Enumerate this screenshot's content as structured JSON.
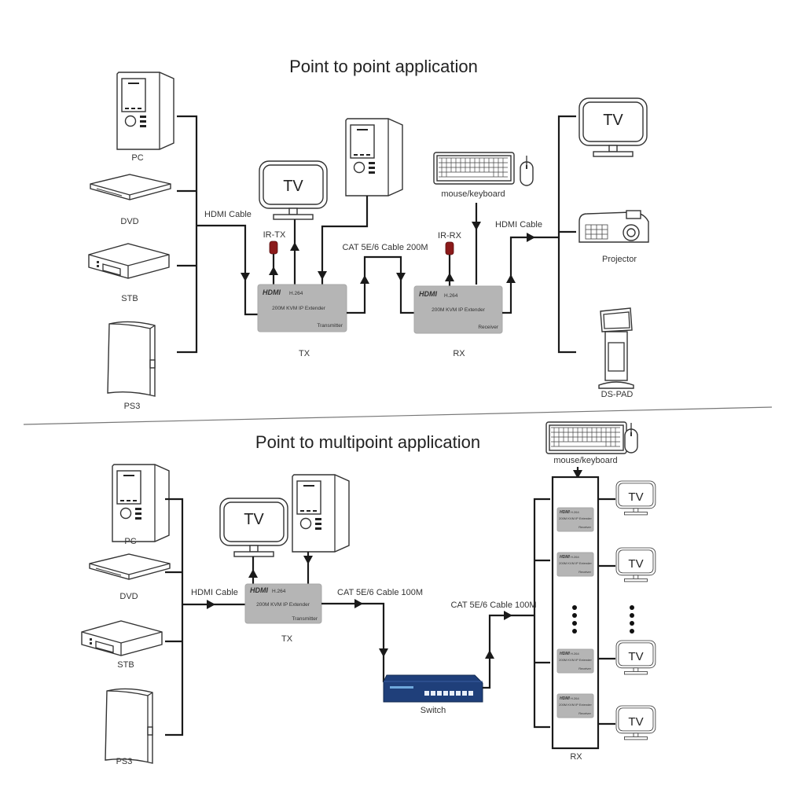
{
  "sections": {
    "p2p": {
      "title": "Point to point application",
      "sources": [
        "PC",
        "DVD",
        "STB",
        "PS3"
      ],
      "hdmi_in_label": "HDMI Cable",
      "ir_tx_label": "IR-TX",
      "ir_rx_label": "IR-RX",
      "cat_label": "CAT 5E/6 Cable 200M",
      "hdmi_out_label": "HDMI Cable",
      "mouse_keyboard_label": "mouse/keyboard",
      "tv_local_label": "TV",
      "tx": {
        "brand": "HDMI",
        "codec": "H.264",
        "name": "200M KVM IP Extender",
        "role": "Transmitter",
        "caption": "TX"
      },
      "rx": {
        "brand": "HDMI",
        "codec": "H.264",
        "name": "200M KVM IP Extender",
        "role": "Receiver",
        "caption": "RX"
      },
      "outputs": [
        {
          "label": "TV",
          "icon": "tv-icon",
          "caption": ""
        },
        {
          "label": "",
          "icon": "projector-icon",
          "caption": "Projector"
        },
        {
          "label": "",
          "icon": "ds-pad-icon",
          "caption": "DS-PAD"
        }
      ]
    },
    "p2mp": {
      "title": "Point to multipoint  application",
      "sources": [
        "PC",
        "DVD",
        "STB",
        "PS3"
      ],
      "hdmi_in_label": "HDMI Cable",
      "cat_out_label": "CAT 5E/6 Cable 100M",
      "cat_in_label": "CAT 5E/6 Cable 100M",
      "switch_label": "Switch",
      "mouse_keyboard_label": "mouse/keyboard",
      "tv_local_label": "TV",
      "tx": {
        "brand": "HDMI",
        "codec": "H.264",
        "name": "200M KVM IP Extender",
        "role": "Transmitter",
        "caption": "TX"
      },
      "rx_caption": "RX",
      "rx_units": [
        {
          "brand": "HDMI",
          "codec": "H.264",
          "name": "200M KVM IP Extender",
          "role": "Receiver"
        },
        {
          "brand": "HDMI",
          "codec": "H.264",
          "name": "200M KVM IP Extender",
          "role": "Receiver"
        },
        {
          "brand": "HDMI",
          "codec": "H.264",
          "name": "200M KVM IP Extender",
          "role": "Receiver"
        },
        {
          "brand": "HDMI",
          "codec": "H.264",
          "name": "200M KVM IP Extender",
          "role": "Receiver"
        }
      ],
      "tvs": [
        "TV",
        "TV",
        "TV",
        "TV"
      ]
    }
  },
  "colors": {
    "extender_box": "#b5b5b5",
    "ir_module": "#8b1a1a",
    "switch_body": "#1f3f7a",
    "line": "#1a1a1a"
  }
}
